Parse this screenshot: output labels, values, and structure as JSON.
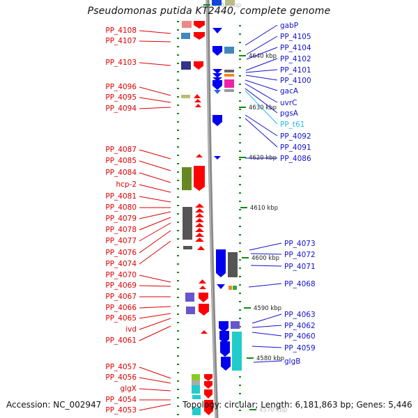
{
  "title": "Pseudomonas putida KT2440, complete genome",
  "footer": {
    "accession": "Accession: NC_002947",
    "topology": "Topology: circular; Length: 6,181,863 bp; Genes: 5,446"
  },
  "colors": {
    "left_label": "#dd0000",
    "right_label": "#1111cc",
    "rna_label": "#22bbee",
    "axis": "#888888",
    "tick": "#118811",
    "forward_arrow": "#ff0000",
    "reverse_arrow": "#0000ee"
  },
  "scale_labels": [
    "4650 kbp",
    "4640 kbp",
    "4630 kbp",
    "4620 kbp",
    "4610 kbp",
    "4600 kbp",
    "4590 kbp",
    "4580 kbp",
    "4570 kbp"
  ],
  "left_genes": [
    "PP_4108",
    "PP_4107",
    "PP_4103",
    "PP_4096",
    "PP_4095",
    "PP_4094",
    "PP_4087",
    "PP_4085",
    "PP_4084",
    "hcp-2",
    "PP_4081",
    "PP_4080",
    "PP_4079",
    "PP_4078",
    "PP_4077",
    "PP_4076",
    "PP_4074",
    "PP_4070",
    "PP_4069",
    "PP_4067",
    "PP_4066",
    "PP_4065",
    "ivd",
    "PP_4061",
    "PP_4057",
    "PP_4056",
    "glgX",
    "PP_4054",
    "PP_4053"
  ],
  "right_genes": [
    "gabP",
    "PP_4105",
    "PP_4104",
    "PP_4102",
    "PP_4101",
    "PP_4100",
    "gacA",
    "uvrC",
    "pgsA",
    "PP_t61",
    "PP_4092",
    "PP_4091",
    "PP_4086",
    "PP_4073",
    "PP_4072",
    "PP_4071",
    "PP_4068",
    "PP_4063",
    "PP_4062",
    "PP_4060",
    "PP_4059",
    "glgB"
  ]
}
